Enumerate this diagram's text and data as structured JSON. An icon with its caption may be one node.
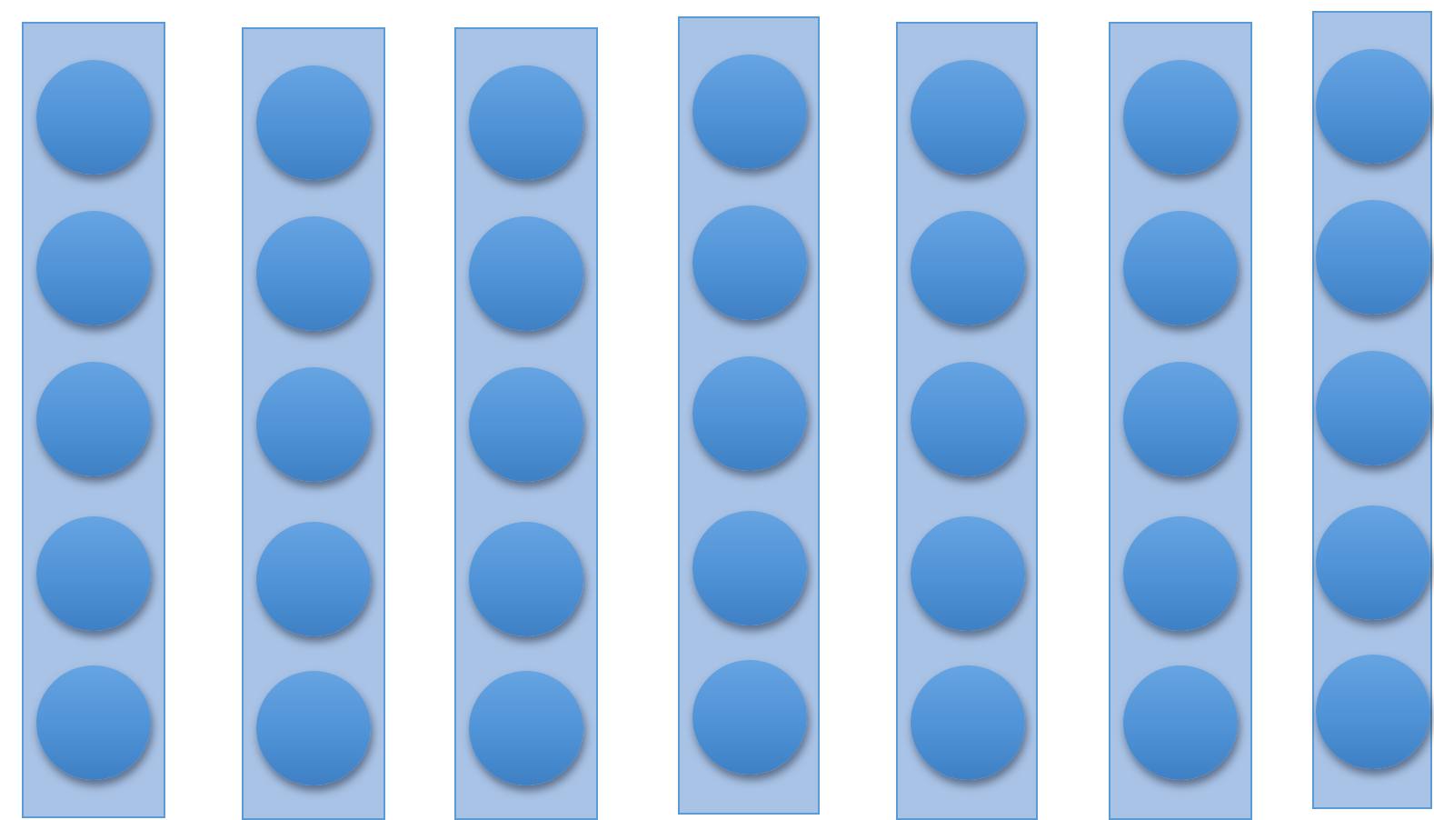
{
  "diagram": {
    "nodes": [
      {
        "text": [],
        "shape": "bar"
      },
      {
        "text": [],
        "shape": "circle",
        "in": 0
      },
      {
        "text": [],
        "shape": "circle",
        "in": 0
      },
      {
        "text": [],
        "shape": "circle",
        "in": 0
      },
      {
        "text": [],
        "shape": "circle",
        "in": 0
      },
      {
        "text": [],
        "shape": "circle",
        "in": 0
      },
      {
        "text": [],
        "shape": "bar"
      },
      {
        "text": [],
        "shape": "circle",
        "in": 6
      },
      {
        "text": [],
        "shape": "circle",
        "in": 6
      },
      {
        "text": [],
        "shape": "circle",
        "in": 6
      },
      {
        "text": [],
        "shape": "circle",
        "in": 6
      },
      {
        "text": [],
        "shape": "circle",
        "in": 6
      },
      {
        "text": [],
        "shape": "bar"
      },
      {
        "text": [],
        "shape": "circle",
        "in": 12
      },
      {
        "text": [],
        "shape": "circle",
        "in": 12
      },
      {
        "text": [],
        "shape": "circle",
        "in": 12
      },
      {
        "text": [],
        "shape": "circle",
        "in": 12
      },
      {
        "text": [],
        "shape": "circle",
        "in": 12
      },
      {
        "text": [],
        "shape": "bar"
      },
      {
        "text": [],
        "shape": "circle",
        "in": 18
      },
      {
        "text": [],
        "shape": "circle",
        "in": 18
      },
      {
        "text": [],
        "shape": "circle",
        "in": 18
      },
      {
        "text": [],
        "shape": "circle",
        "in": 18
      },
      {
        "text": [],
        "shape": "circle",
        "in": 18
      },
      {
        "text": [],
        "shape": "bar"
      },
      {
        "text": [],
        "shape": "circle",
        "in": 24
      },
      {
        "text": [],
        "shape": "circle",
        "in": 24
      },
      {
        "text": [],
        "shape": "circle",
        "in": 24
      },
      {
        "text": [],
        "shape": "circle",
        "in": 24
      },
      {
        "text": [],
        "shape": "circle",
        "in": 24
      },
      {
        "text": [],
        "shape": "bar"
      },
      {
        "text": [],
        "shape": "circle",
        "in": 30
      },
      {
        "text": [],
        "shape": "circle",
        "in": 30
      },
      {
        "text": [],
        "shape": "circle",
        "in": 30
      },
      {
        "text": [],
        "shape": "circle",
        "in": 30
      },
      {
        "text": [],
        "shape": "circle",
        "in": 30
      },
      {
        "text": [],
        "shape": "bar"
      },
      {
        "text": [],
        "shape": "circle",
        "in": 36
      },
      {
        "text": [],
        "shape": "circle",
        "in": 36
      },
      {
        "text": [],
        "shape": "circle",
        "in": 36
      },
      {
        "text": [],
        "shape": "circle",
        "in": 36
      },
      {
        "text": [],
        "shape": "circle",
        "in": 36
      }
    ]
  }
}
